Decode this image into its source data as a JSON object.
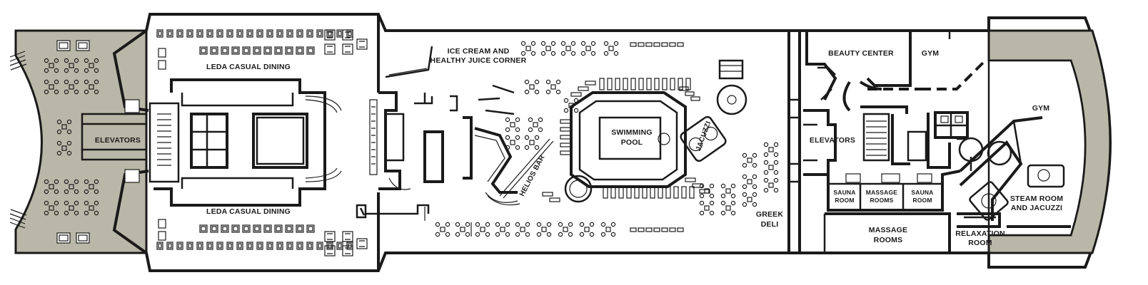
{
  "plan": {
    "labels": {
      "leda_top": "LEDA CASUAL DINING",
      "leda_bottom": "LEDA  CASUAL DINING",
      "elevators_fwd": "ELEVATORS",
      "ice_cream_1": "ICE CREAM AND",
      "ice_cream_2": "HEALTHY JUICE CORNER",
      "pool_1": "SWIMMING",
      "pool_2": "POOL",
      "jacuzzi": "JACUZZI",
      "helios_bar": "HELIOS BAR",
      "greek_deli_1": "GREEK",
      "greek_deli_2": "DELI",
      "elevators_aft": "ELEVATORS",
      "beauty_center": "BEAUTY CENTER",
      "gym_1": "GYM",
      "gym_2": "GYM",
      "sauna_1_a": "SAUNA",
      "sauna_1_b": "ROOM",
      "massage_small_a": "MASSAGE",
      "massage_small_b": "ROOMS",
      "sauna_2_a": "SAUNA",
      "sauna_2_b": "ROOM",
      "steam_1": "STEAM ROOM",
      "steam_2": "AND JACUZZI",
      "massage_big_a": "MASSAGE",
      "massage_big_b": "ROOMS",
      "relax_a": "RELAXATION",
      "relax_b": "ROOM"
    },
    "colors": {
      "wall": "#1a1a1a",
      "deck": "#b9b8a8",
      "background": "#ffffff"
    }
  }
}
